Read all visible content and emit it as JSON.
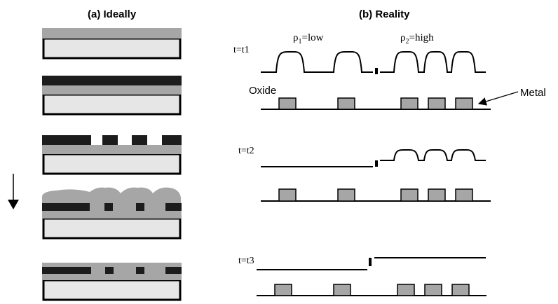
{
  "panels": {
    "left_title": "(a) Ideally",
    "right_title": "(b) Reality"
  },
  "times": {
    "t1": "t=t1",
    "t2": "t=t2",
    "t3": "t=t3"
  },
  "density": {
    "rho1_symbol": "ρ",
    "rho1_sub": "1",
    "rho1_value": "=low",
    "rho2_symbol": "ρ",
    "rho2_sub": "2",
    "rho2_value": "=high"
  },
  "labels": {
    "oxide": "Oxide",
    "metal": "Metal"
  },
  "colors": {
    "oxide_gray": "#a6a6a6",
    "metal_dark": "#1c1c1c",
    "substrate_fill": "#e6e6e6",
    "line": "#000000"
  }
}
